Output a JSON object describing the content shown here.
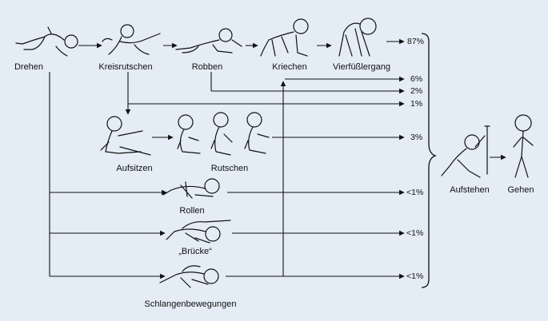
{
  "stages": {
    "drehen": "Drehen",
    "kreisrutschen": "Kreisrutschen",
    "robben": "Robben",
    "kriechen": "Kriechen",
    "vierfuessergang": "Vierfüßlergang",
    "aufsitzen": "Aufsitzen",
    "rutschen": "Rutschen",
    "rollen": "Rollen",
    "bruecke": "„Brücke“",
    "schlangen": "Schlangenbewegungen",
    "aufstehen": "Aufstehen",
    "gehen": "Gehen"
  },
  "percentages": {
    "vierfuessergang": "87%",
    "robben_kriechen": "6%",
    "robben": "2%",
    "kreisrutschen": "1%",
    "rutschen": "3%",
    "rollen": "<1%",
    "bruecke": "<1%",
    "schlangen": "<1%"
  },
  "colors": {
    "background": "#e4ecf5",
    "line": "#111111"
  },
  "icons": [
    "baby-turning-icon",
    "baby-circle-sliding-icon",
    "baby-commando-crawling-icon",
    "baby-crawling-icon",
    "baby-all-fours-walking-icon",
    "baby-sitting-up-icon",
    "baby-bottom-shuffling-icon",
    "baby-rolling-icon",
    "baby-bridge-icon",
    "baby-snake-moving-icon",
    "baby-standing-up-icon",
    "child-walking-icon"
  ]
}
